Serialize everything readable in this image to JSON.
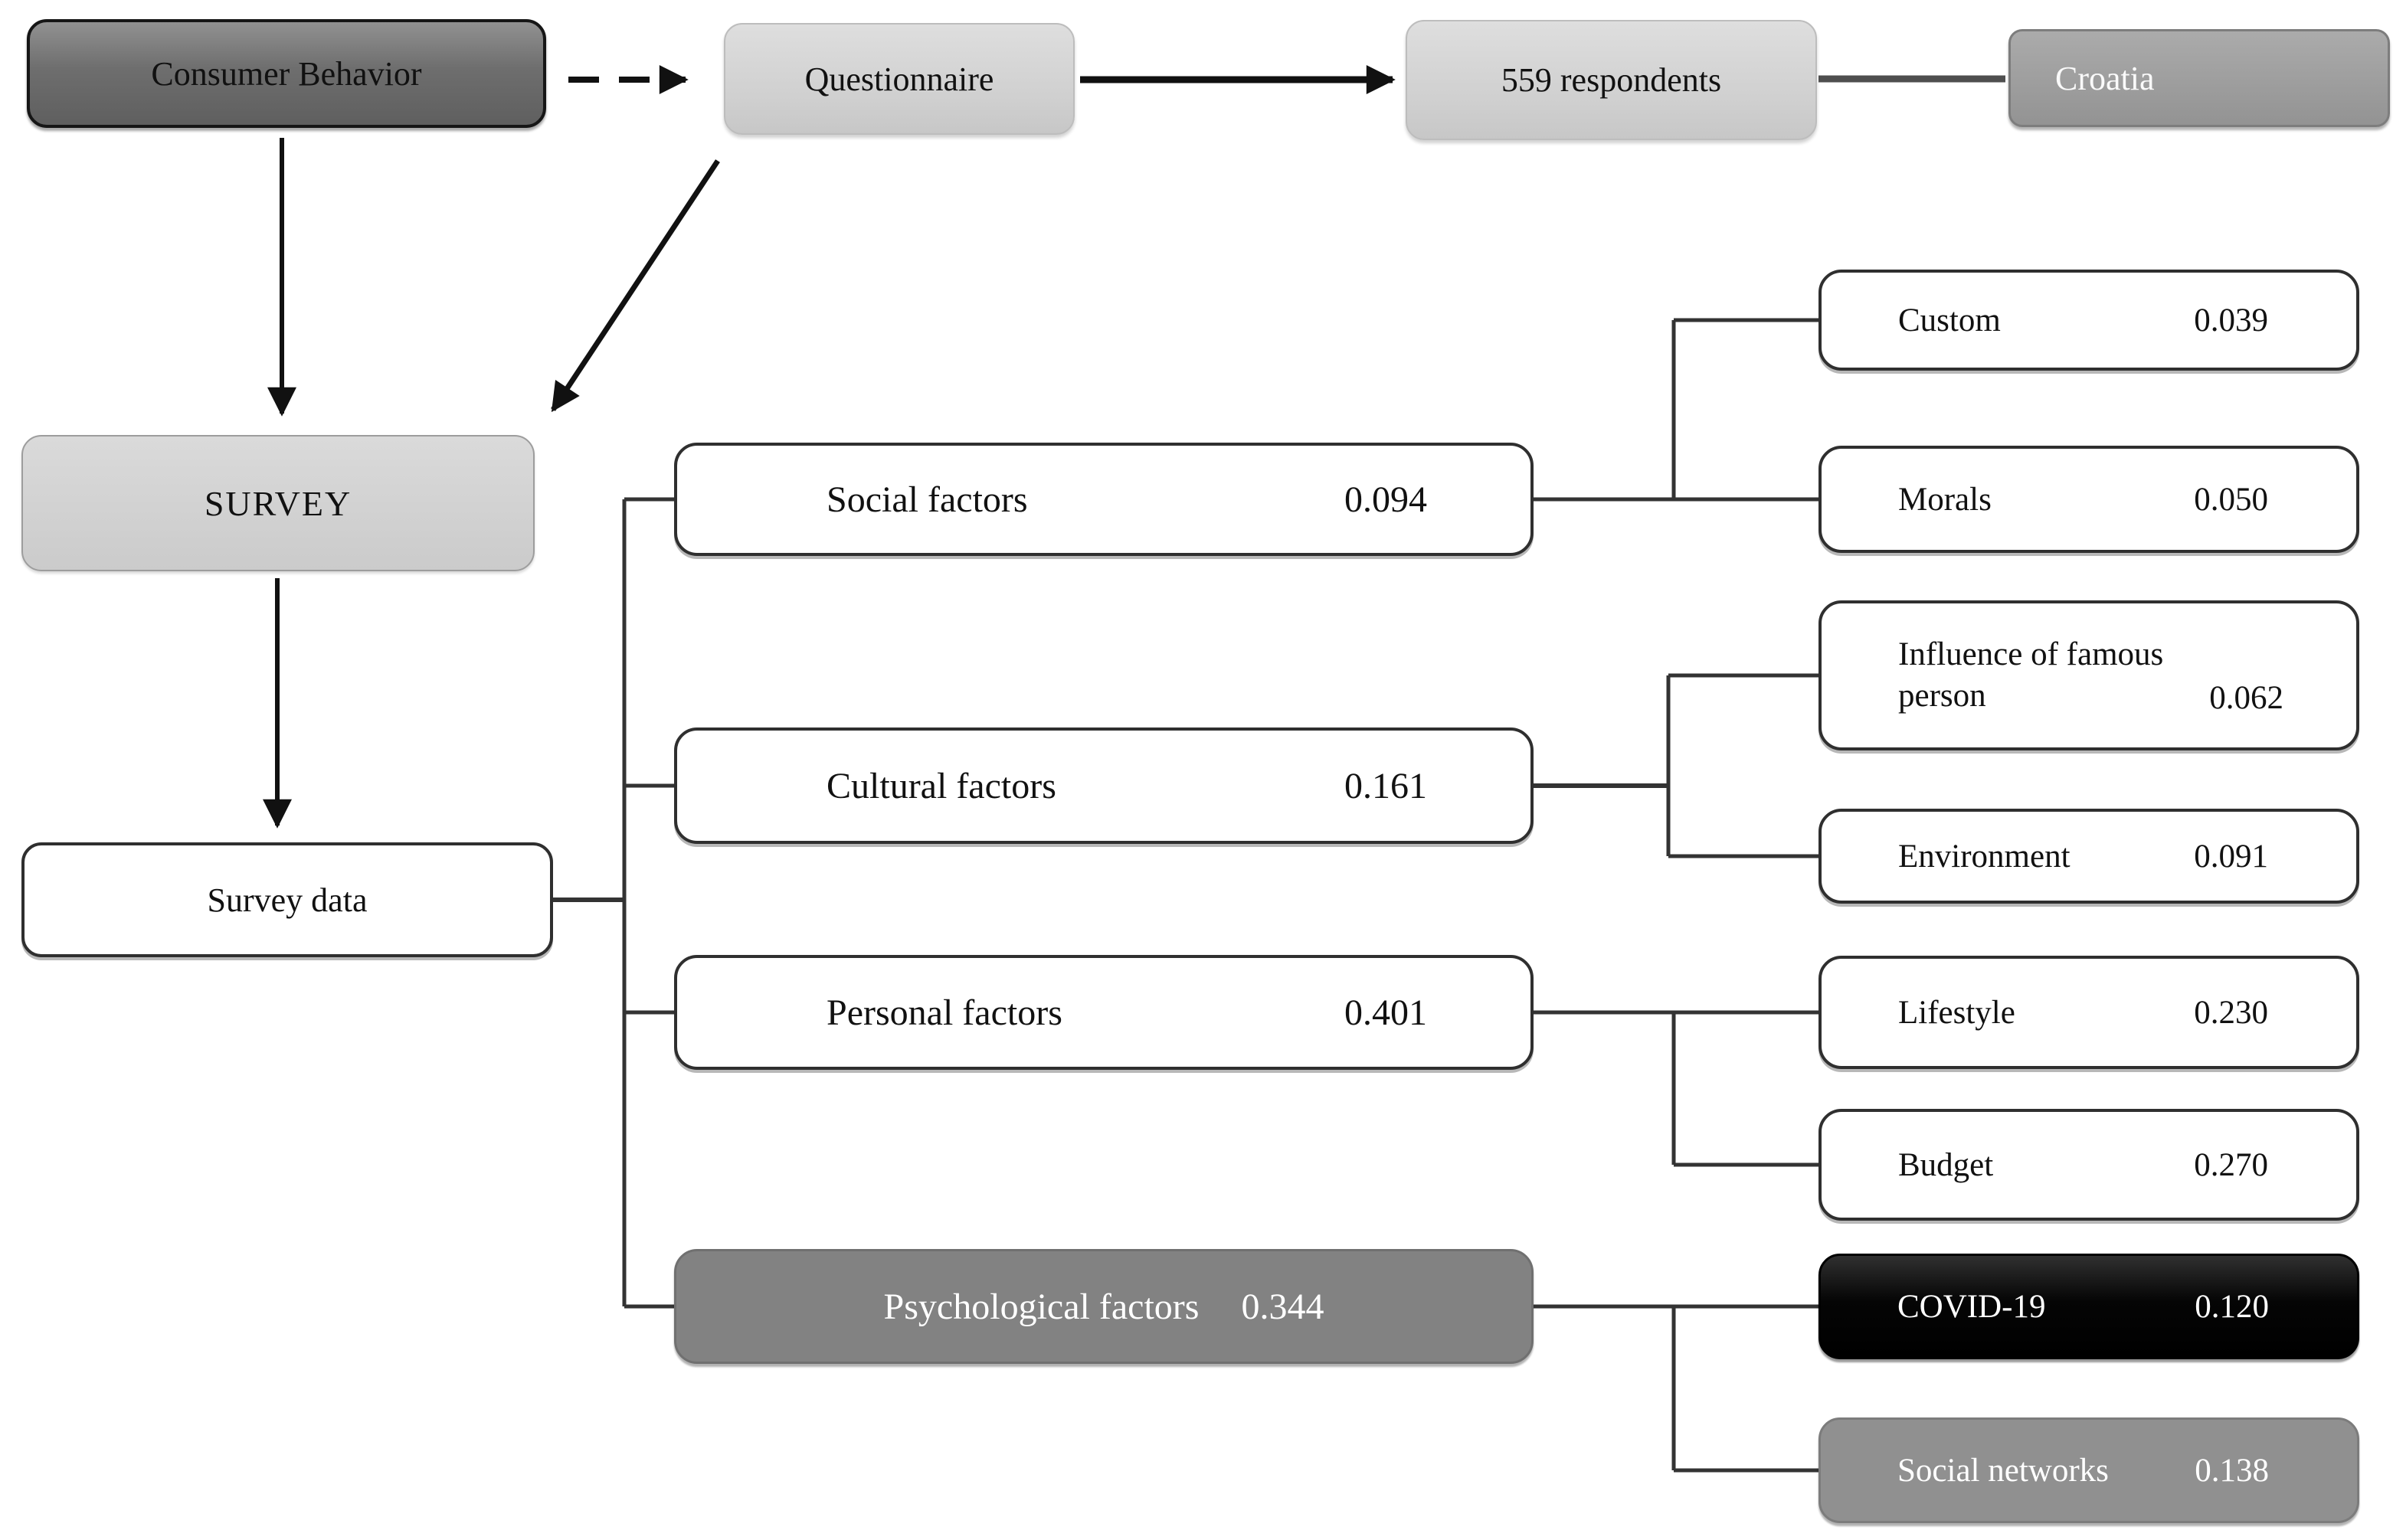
{
  "nodes": {
    "consumer_behavior": "Consumer Behavior",
    "questionnaire": "Questionnaire",
    "respondents": "559 respondents",
    "croatia": "Croatia",
    "survey": "SURVEY",
    "survey_data": "Survey data"
  },
  "factors": [
    {
      "label": "Social factors",
      "value": "0.094"
    },
    {
      "label": "Cultural factors",
      "value": "0.161"
    },
    {
      "label": "Personal factors",
      "value": "0.401"
    },
    {
      "label": "Psychological factors",
      "value": "0.344"
    }
  ],
  "subfactors": [
    {
      "label": "Custom",
      "value": "0.039"
    },
    {
      "label": "Morals",
      "value": "0.050"
    },
    {
      "label": "Influence of famous person",
      "value": "0.062"
    },
    {
      "label": "Environment",
      "value": "0.091"
    },
    {
      "label": "Lifestyle",
      "value": "0.230"
    },
    {
      "label": "Budget",
      "value": "0.270"
    },
    {
      "label": "COVID-19",
      "value": "0.120"
    },
    {
      "label": "Social networks",
      "value": "0.138"
    }
  ],
  "edges": [
    {
      "from": "Consumer Behavior",
      "to": "Questionnaire",
      "style": "dashed-arrow"
    },
    {
      "from": "Questionnaire",
      "to": "559 respondents",
      "style": "solid-arrow"
    },
    {
      "from": "559 respondents",
      "to": "Croatia",
      "style": "plain-line"
    },
    {
      "from": "Consumer Behavior",
      "to": "SURVEY",
      "style": "solid-arrow"
    },
    {
      "from": "Questionnaire",
      "to": "SURVEY",
      "style": "solid-arrow"
    },
    {
      "from": "SURVEY",
      "to": "Survey data",
      "style": "solid-arrow"
    },
    {
      "from": "Survey data",
      "to": "Social factors",
      "style": "tree-line"
    },
    {
      "from": "Survey data",
      "to": "Cultural factors",
      "style": "tree-line"
    },
    {
      "from": "Survey data",
      "to": "Personal factors",
      "style": "tree-line"
    },
    {
      "from": "Survey data",
      "to": "Psychological factors",
      "style": "tree-line"
    },
    {
      "from": "Social factors",
      "to": "Custom",
      "style": "tree-line"
    },
    {
      "from": "Social factors",
      "to": "Morals",
      "style": "tree-line"
    },
    {
      "from": "Cultural factors",
      "to": "Influence of famous person",
      "style": "tree-line"
    },
    {
      "from": "Cultural factors",
      "to": "Environment",
      "style": "tree-line"
    },
    {
      "from": "Personal factors",
      "to": "Lifestyle",
      "style": "tree-line"
    },
    {
      "from": "Personal factors",
      "to": "Budget",
      "style": "tree-line"
    },
    {
      "from": "Psychological factors",
      "to": "COVID-19",
      "style": "tree-line"
    },
    {
      "from": "Psychological factors",
      "to": "Social networks",
      "style": "tree-line"
    }
  ],
  "colors": {
    "dark_node": "#6e6e6e",
    "light_node": "#d3d3d3",
    "gray_node": "#9b9b9b",
    "psych_node": "#828282",
    "black_node": "#000000",
    "subgray_node": "#909090",
    "white_node": "#ffffff",
    "line": "#3a3a3a",
    "arrow": "#111111"
  }
}
